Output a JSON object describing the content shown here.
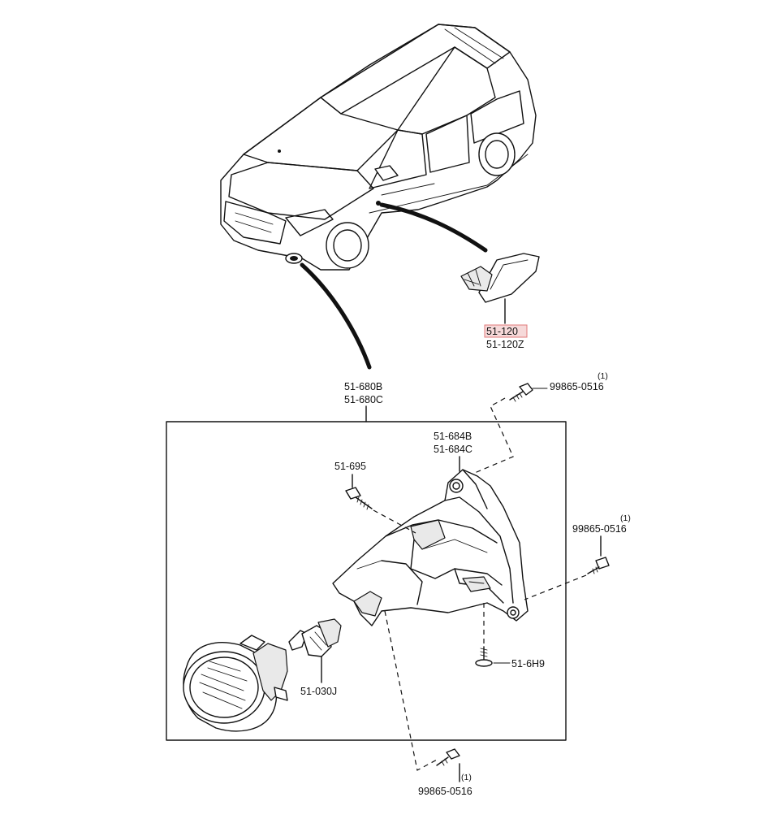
{
  "callouts": {
    "side_marker_main": "51-120",
    "side_marker_alt": "51-120Z",
    "fog_assembly_1": "51-680B",
    "fog_assembly_2": "51-680C",
    "bracket_1": "51-684B",
    "bracket_2": "51-684C",
    "screw_top": "51-695",
    "screw_bottom": "51-6H9",
    "bulb": "51-030J",
    "bolt_top_right": "99865-0516",
    "bolt_top_right_qty": "(1)",
    "bolt_right": "99865-0516",
    "bolt_right_qty": "(1)",
    "bolt_bottom": "99865-0516",
    "bolt_bottom_qty": "(1)"
  },
  "colors": {
    "line": "#111111",
    "highlight_fill": "#f6d9d9",
    "highlight_stroke": "#e07a7a"
  },
  "icons": {
    "vehicle": "minivan-outline-icon",
    "side_marker": "side-marker-lamp-icon",
    "fog_lamp": "fog-lamp-icon",
    "bulb": "bulb-icon",
    "bracket": "bracket-icon",
    "bolt": "bolt-icon"
  }
}
